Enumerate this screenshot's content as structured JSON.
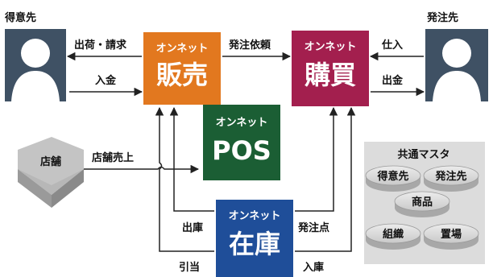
{
  "actors": {
    "customer": "得意先",
    "supplier": "発注先",
    "store": "店舗"
  },
  "systems": {
    "sales": {
      "brand": "オンネット",
      "name": "販売",
      "color": "#e2781f"
    },
    "purchase": {
      "brand": "オンネット",
      "name": "購買",
      "color": "#a31f4e"
    },
    "pos": {
      "brand": "オンネット",
      "name": "POS",
      "color": "#1b5e34"
    },
    "inventory": {
      "brand": "オンネット",
      "name": "在庫",
      "color": "#1f4e99"
    }
  },
  "flows": {
    "shipping_billing": "出荷・請求",
    "payment_in": "入金",
    "purchase_order": "発注依頼",
    "receiving": "仕入",
    "payment_out": "出金",
    "store_sales": "店舗売上",
    "stock_out": "出庫",
    "reorder_point": "発注点",
    "allocation": "引当",
    "stock_in": "入庫"
  },
  "master": {
    "title": "共通マスタ",
    "items": [
      "得意先",
      "発注先",
      "商品",
      "組織",
      "置場"
    ]
  },
  "colors": {
    "actor_box": "#3f5164",
    "arrow": "#222222",
    "master_bg": "#dcdcdc",
    "disc": "#cfcfcf"
  }
}
